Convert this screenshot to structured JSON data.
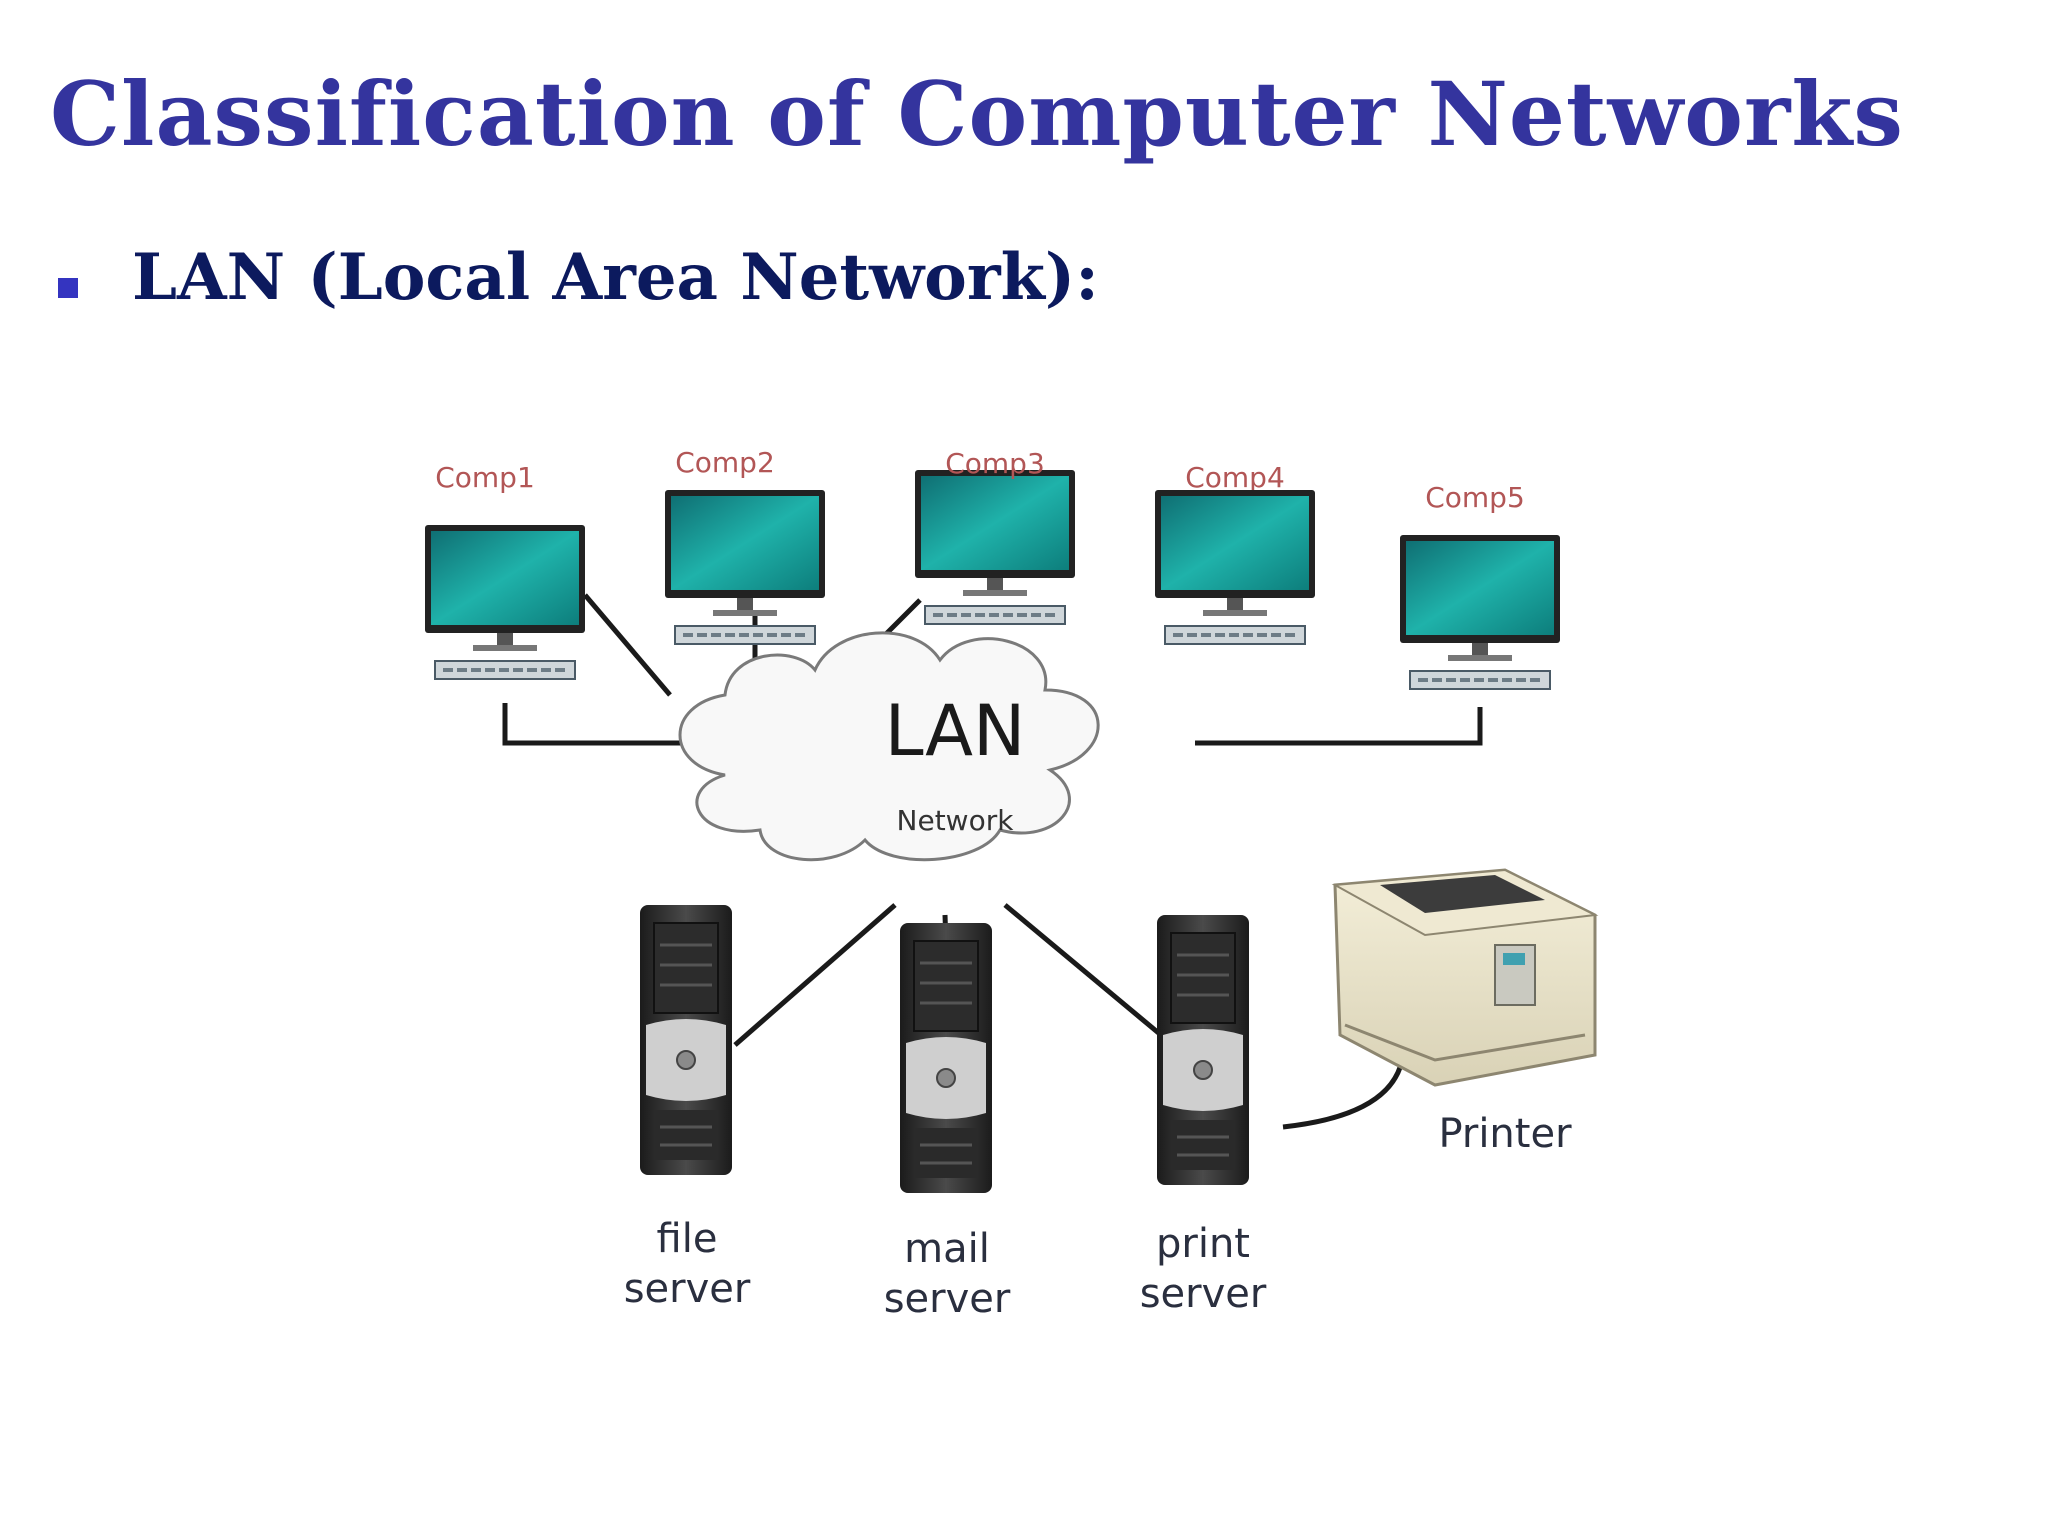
{
  "slide": {
    "title": "Classification of Computer Networks",
    "bullet": "LAN (Local Area Network):"
  },
  "diagram": {
    "computers": [
      "Comp1",
      "Comp2",
      "Comp3",
      "Comp4",
      "Comp5"
    ],
    "hub_title": "LAN",
    "hub_subtitle": "Network",
    "servers": [
      {
        "line1": "file",
        "line2": "server"
      },
      {
        "line1": "mail",
        "line2": "server"
      },
      {
        "line1": "print",
        "line2": "server"
      }
    ],
    "printer_label": "Printer"
  },
  "colors": {
    "title": "#34349e",
    "bullet_text": "#0c1a5e",
    "bullet_marker": "#3434c0",
    "monitor_screen": "#1aa4a0",
    "computer_label": "#b25656"
  }
}
